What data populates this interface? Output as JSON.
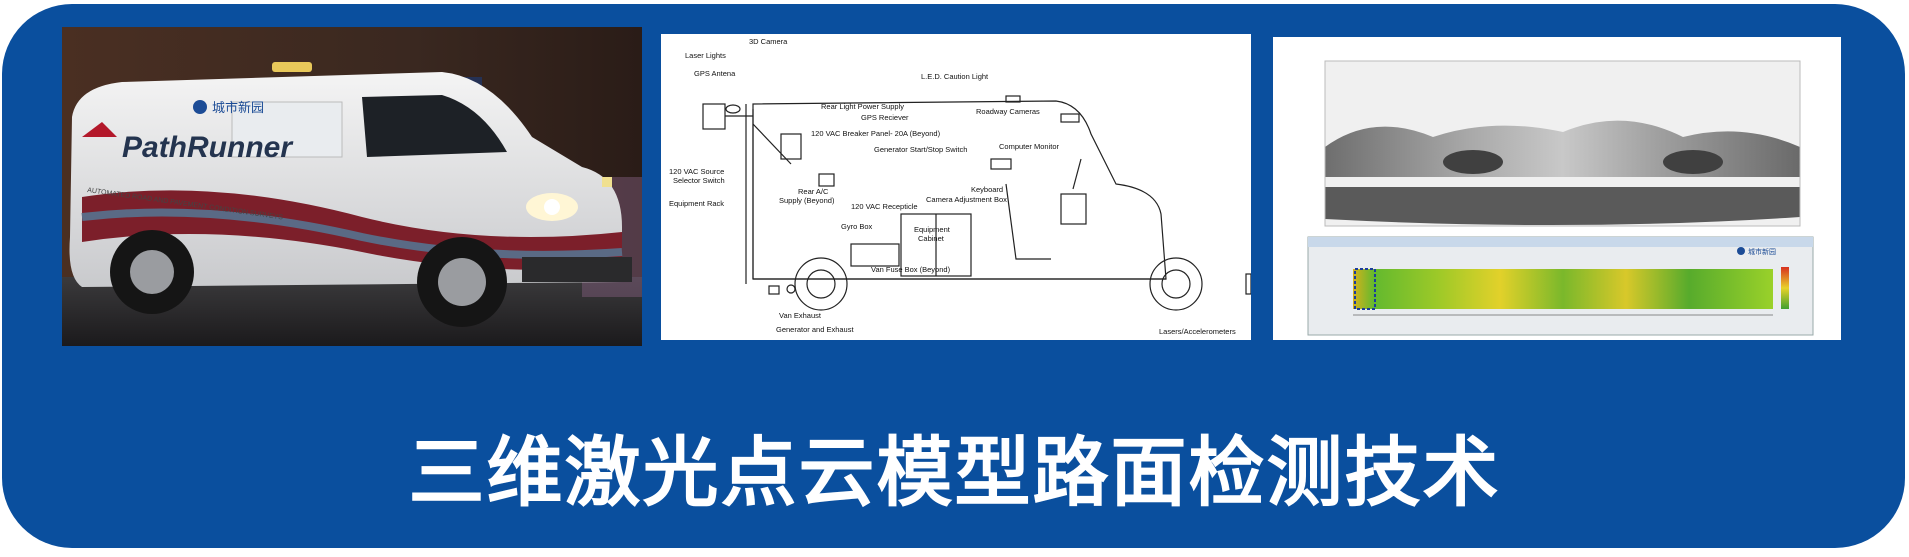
{
  "caption": "三维激光点云模型路面检测技术",
  "colors": {
    "frame": "#0a4f9e",
    "caption_text": "#ffffff"
  },
  "van_photo": {
    "brand_label": "PathRunner",
    "chinese_logo": "城市新园",
    "side_slogan": "AUTOMATED ROAD AND PAVEMENT CONDITION SURVEYS"
  },
  "schematic": {
    "labels": {
      "camera_3d": "3D Camera",
      "laser_lights": "Laser Lights",
      "gps_antena": "GPS Antena",
      "led_caution": "L.E.D. Caution Light",
      "rear_light_ps": "Rear Light Power Supply",
      "gps_reciever": "GPS Reciever",
      "roadway_cameras": "Roadway Cameras",
      "breaker_panel": "120 VAC Breaker Panel- 20A (Beyond)",
      "gen_switch": "Generator Start/Stop Switch",
      "computer_monitor": "Computer Monitor",
      "vac_source_1": "120 VAC Source",
      "vac_source_2": "Selector Switch",
      "rear_ac_1": "Rear A/C",
      "rear_ac_2": "Supply (Beyond)",
      "keyboard": "Keyboard",
      "equipment_rack": "Equipment Rack",
      "vac_receptacle": "120 VAC Recepticle",
      "camera_adj_box": "Camera Adjustment Box",
      "gyro_box": "Gyro Box",
      "equip_cabinet_1": "Equipment",
      "equip_cabinet_2": "Cabinet",
      "van_fuse_box": "Van Fuse Box (Beyond)",
      "van_exhaust": "Van Exhaust",
      "generator_exhaust": "Generator and Exhaust",
      "lasers_accel": "Lasers/Accelerometers"
    }
  },
  "surface_panel": {
    "logo_text": "城市新园"
  }
}
